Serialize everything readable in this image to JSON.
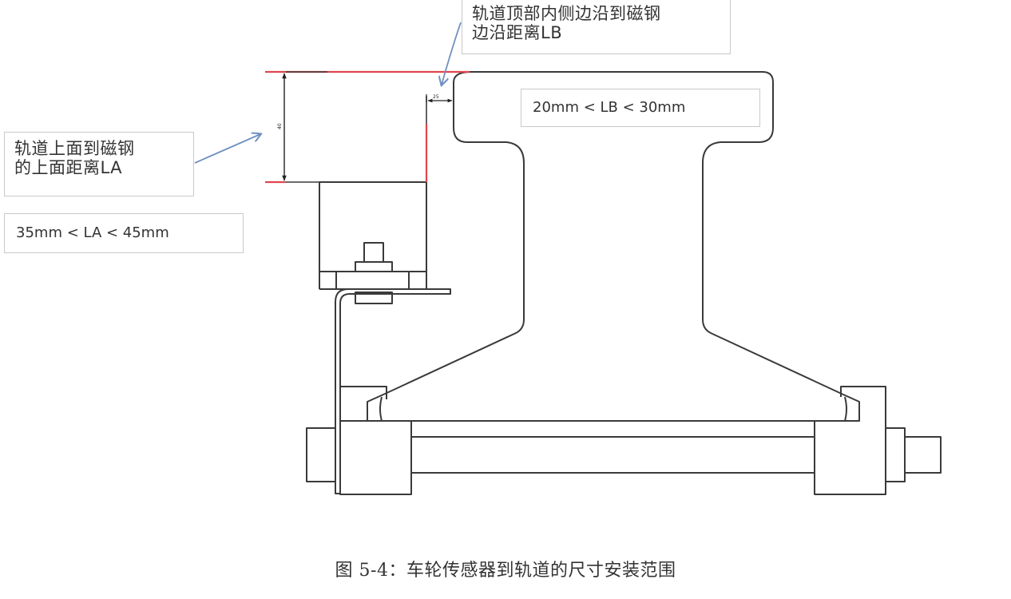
{
  "figure": {
    "caption": "图 5-4：车轮传感器到轨道的尺寸安装范围"
  },
  "annotations": {
    "lb_description": {
      "line1": "轨道顶部内侧边沿到磁钢",
      "line2": "边沿距离LB"
    },
    "la_description": {
      "line1": "轨道上面到磁钢",
      "line2": "的上面距离LA"
    },
    "la_range": "35mm <  LA < 45mm",
    "lb_range": "20mm <  LB < 30mm"
  },
  "dimensions": {
    "la_dim_label": "40",
    "lb_dim_label": "25"
  },
  "colors": {
    "outline": "#3a3a3a",
    "highlight_red": "#e0464f",
    "arrow_blue": "#6f8fc0",
    "box_border": "#c9c9c9"
  }
}
